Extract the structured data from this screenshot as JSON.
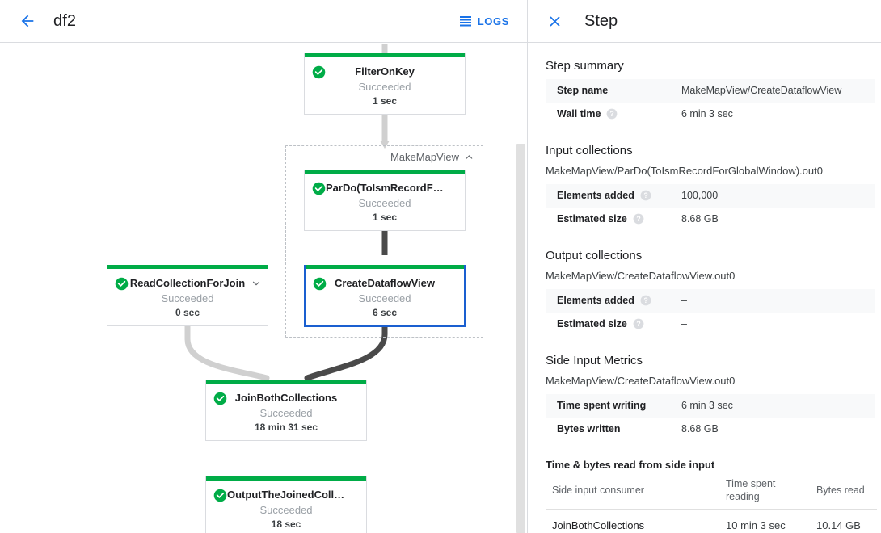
{
  "topbar": {
    "back_icon": "arrow-left-icon",
    "job_name": "df2",
    "logs_label": "LOGS",
    "logs_icon": "logs-list-icon"
  },
  "graph": {
    "group": {
      "label": "MakeMapView",
      "collapse_icon": "chevron-up-icon"
    },
    "nodes": [
      {
        "id": "filter-on-key",
        "name": "FilterOnKey",
        "status": "Succeeded",
        "time": "1 sec",
        "status_icon": "check-circle-icon",
        "selected": false,
        "expandable": false
      },
      {
        "id": "pardo-toismrecord",
        "name": "ParDo(ToIsmRecordFor…",
        "status": "Succeeded",
        "time": "1 sec",
        "status_icon": "check-circle-icon",
        "selected": false,
        "expandable": false
      },
      {
        "id": "create-dataflow-view",
        "name": "CreateDataflowView",
        "status": "Succeeded",
        "time": "6 sec",
        "status_icon": "check-circle-icon",
        "selected": true,
        "expandable": false
      },
      {
        "id": "read-collection-for-join",
        "name": "ReadCollectionForJoin",
        "status": "Succeeded",
        "time": "0 sec",
        "status_icon": "check-circle-icon",
        "selected": false,
        "expandable": true,
        "expand_icon": "chevron-down-icon"
      },
      {
        "id": "join-both-collections",
        "name": "JoinBothCollections",
        "status": "Succeeded",
        "time": "18 min 31 sec",
        "status_icon": "check-circle-icon",
        "selected": false,
        "expandable": false
      },
      {
        "id": "output-the-joined-collection",
        "name": "OutputTheJoinedCollec…",
        "status": "Succeeded",
        "time": "18 sec",
        "status_icon": "check-circle-icon",
        "selected": false,
        "expandable": false
      }
    ]
  },
  "detail": {
    "close_icon": "close-icon",
    "title": "Step",
    "step_summary": {
      "heading": "Step summary",
      "rows": [
        {
          "key": "Step name",
          "value": "MakeMapView/CreateDataflowView",
          "help": false
        },
        {
          "key": "Wall time",
          "value": "6 min 3 sec",
          "help": true
        }
      ]
    },
    "input_collections": {
      "heading": "Input collections",
      "collection": "MakeMapView/ParDo(ToIsmRecordForGlobalWindow).out0",
      "rows": [
        {
          "key": "Elements added",
          "value": "100,000",
          "help": true
        },
        {
          "key": "Estimated size",
          "value": "8.68 GB",
          "help": true
        }
      ]
    },
    "output_collections": {
      "heading": "Output collections",
      "collection": "MakeMapView/CreateDataflowView.out0",
      "rows": [
        {
          "key": "Elements added",
          "value": "–",
          "help": true
        },
        {
          "key": "Estimated size",
          "value": "–",
          "help": true
        }
      ]
    },
    "side_input_metrics": {
      "heading": "Side Input Metrics",
      "collection": "MakeMapView/CreateDataflowView.out0",
      "rows": [
        {
          "key": "Time spent writing",
          "value": "6 min 3 sec",
          "help": false
        },
        {
          "key": "Bytes written",
          "value": "8.68 GB",
          "help": false
        }
      ],
      "table_title": "Time & bytes read from side input",
      "columns": [
        "Side input consumer",
        "Time spent reading",
        "Bytes read"
      ],
      "rows_data": [
        [
          "JoinBothCollections",
          "10 min 3 sec",
          "10.14 GB"
        ]
      ]
    }
  },
  "colors": {
    "accent_blue": "#1a73e8",
    "selected_border": "#1a5fd0",
    "success_green": "#00ac47",
    "edge_light": "#d0d0d0",
    "edge_dark": "#4a4a4a",
    "divider": "#dadce0"
  }
}
